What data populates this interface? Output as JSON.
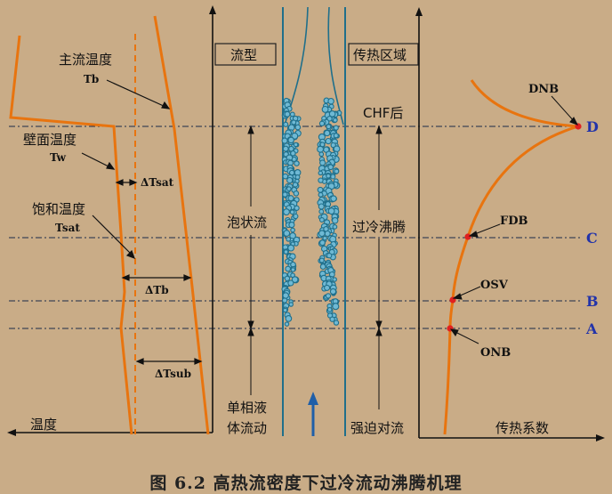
{
  "caption": "图 6.2  高热流密度下过冷流动沸腾机理",
  "left_panel": {
    "main_temp_label": "主流温度",
    "main_temp_sym": "Tb",
    "wall_temp_label": "壁面温度",
    "wall_temp_sym": "Tw",
    "sat_temp_label": "饱和温度",
    "sat_temp_sym": "Tsat",
    "dt_sat": "ΔTsat",
    "dt_b": "ΔTb",
    "dt_sub": "ΔTsub",
    "axis_label": "温度"
  },
  "middle_panel": {
    "flow_pattern_box": "流型",
    "heat_zone_box": "传热区域",
    "chf_after": "CHF后",
    "bubbly_flow": "泡状流",
    "subcooled_boiling": "过冷沸腾",
    "single_phase_1": "单相液",
    "single_phase_2": "体流动",
    "forced_convection": "强迫对流"
  },
  "right_panel": {
    "axis_label": "传热系数",
    "points": [
      "DNB",
      "FDB",
      "OSV",
      "ONB"
    ],
    "zones": [
      "D",
      "C",
      "B",
      "A"
    ]
  },
  "colors": {
    "background": "#c9ac87",
    "orange": "#e8740f",
    "teal": "#1f6f8b",
    "zone_blue": "#2233aa",
    "point_red": "#e02020"
  }
}
